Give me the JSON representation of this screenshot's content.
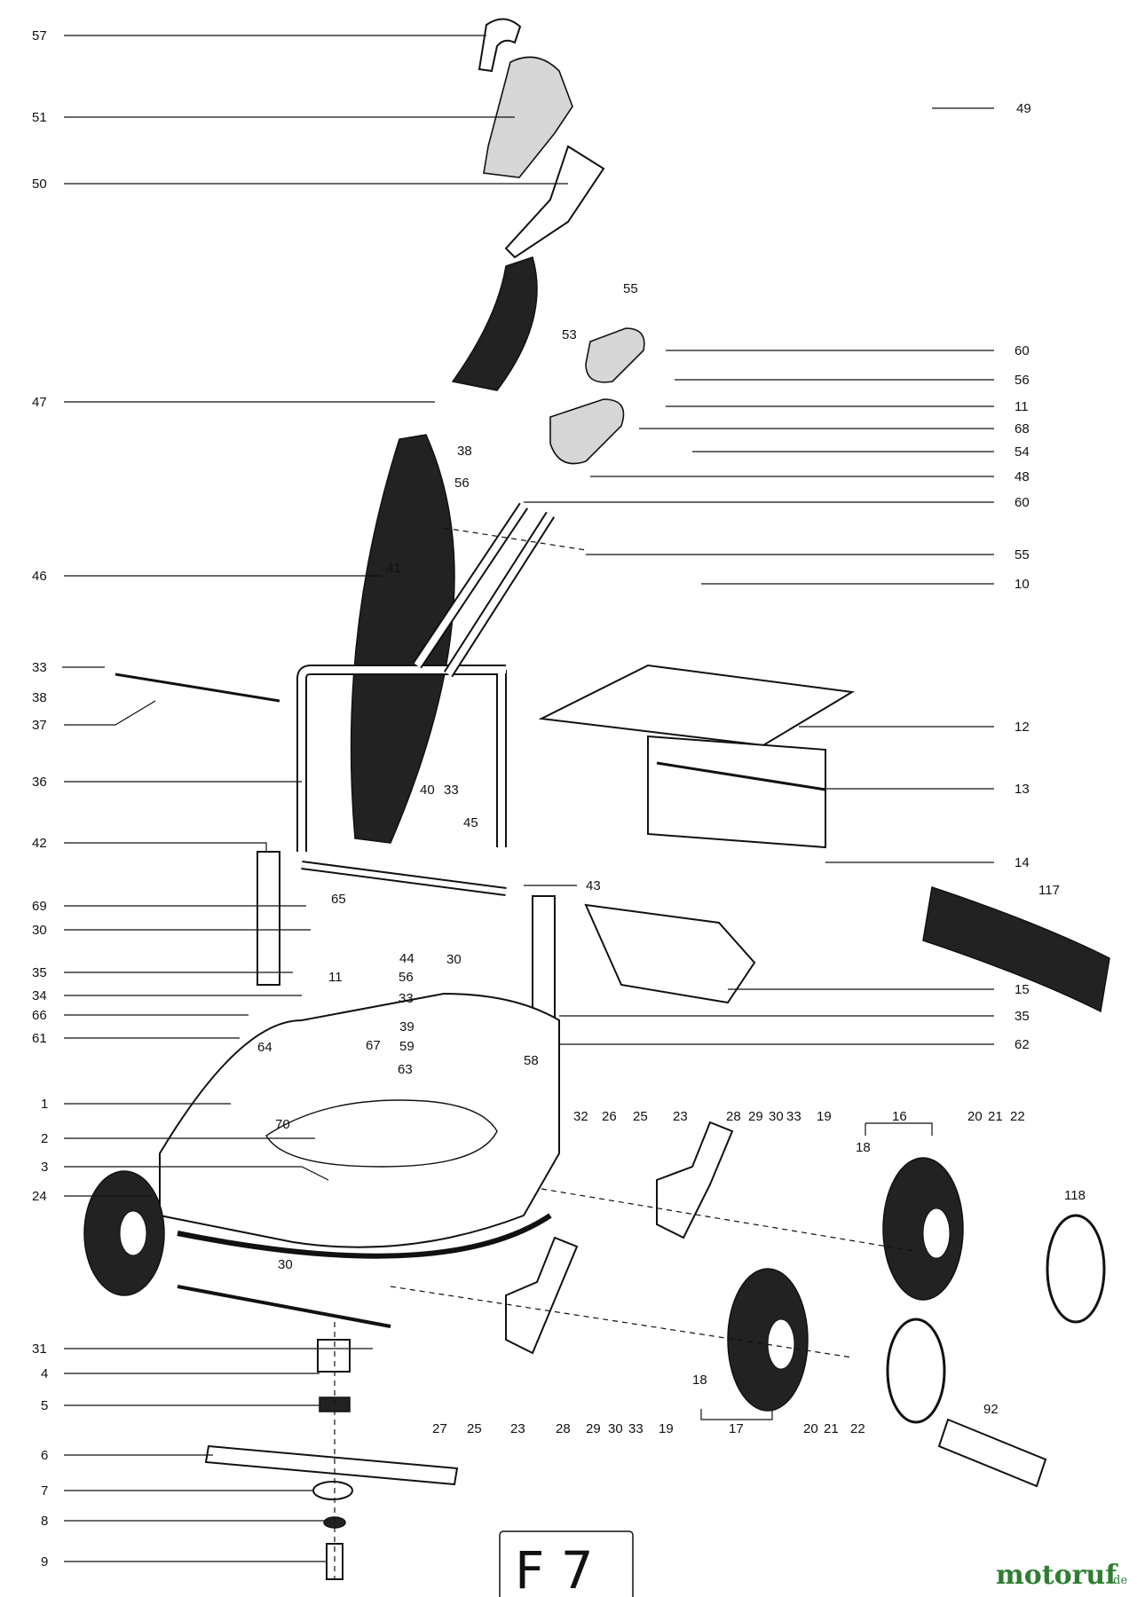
{
  "sheet_label": "F 7",
  "brand": {
    "name": "motoruf",
    "suffix": ".de"
  },
  "callouts": [
    "57",
    "51",
    "50",
    "47",
    "46",
    "33",
    "38",
    "37",
    "36",
    "42",
    "69",
    "30",
    "35",
    "34",
    "66",
    "61",
    "1",
    "2",
    "3",
    "24",
    "31",
    "4",
    "5",
    "6",
    "7",
    "8",
    "9",
    "49",
    "55",
    "53",
    "60",
    "56",
    "11",
    "68",
    "38",
    "54",
    "48",
    "56",
    "60",
    "55",
    "10",
    "41",
    "12",
    "13",
    "14",
    "40",
    "33",
    "45",
    "43",
    "65",
    "44",
    "56",
    "11",
    "33",
    "30",
    "117",
    "15",
    "35",
    "62",
    "39",
    "67",
    "64",
    "59",
    "58",
    "63",
    "70",
    "32",
    "26",
    "25",
    "23",
    "28",
    "29",
    "30",
    "33",
    "19",
    "16",
    "18",
    "20",
    "21",
    "22",
    "118",
    "27",
    "25",
    "23",
    "28",
    "29",
    "30",
    "33",
    "19",
    "18",
    "17",
    "20",
    "21",
    "22",
    "92",
    "30"
  ],
  "colors": {
    "ink": "#111111",
    "fill": "#ffffff",
    "shade": "#d6d6d6",
    "brand": "#2e7d32"
  }
}
